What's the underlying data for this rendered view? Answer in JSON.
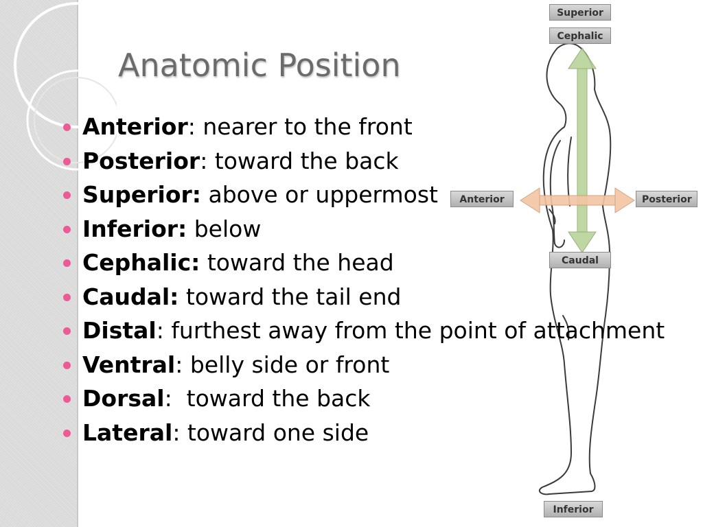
{
  "slide": {
    "title": "Anatomic Position",
    "bullets": [
      {
        "term": "Anterior",
        "sep": ":",
        "definition": " nearer to the front"
      },
      {
        "term": "Posterior",
        "sep": ":",
        "definition": " toward the back"
      },
      {
        "term": "Superior:",
        "sep": "",
        "definition": " above or uppermost"
      },
      {
        "term": "Inferior:",
        "sep": "",
        "definition": " below"
      },
      {
        "term": "Cephalic:",
        "sep": "",
        "definition": " toward the head"
      },
      {
        "term": "Caudal:",
        "sep": "",
        "definition": " toward the tail end"
      },
      {
        "term": "Distal",
        "sep": ":",
        "definition": " furthest away from the point of attachment"
      },
      {
        "term": "Ventral",
        "sep": ":",
        "definition": " belly side or front"
      },
      {
        "term": "Dorsal",
        "sep": ":",
        "definition": "  toward the back"
      },
      {
        "term": "Lateral",
        "sep": ":",
        "definition": " toward one side"
      }
    ],
    "bullet_color": "#ec5b98"
  },
  "figure": {
    "labels": {
      "superior": "Superior",
      "cephalic": "Cephalic",
      "anterior": "Anterior",
      "posterior": "Posterior",
      "caudal": "Caudal",
      "inferior": "Inferior"
    },
    "vertical_arrow_color": "#b9d39a",
    "horizontal_arrow_color": "#f2c6a4"
  }
}
